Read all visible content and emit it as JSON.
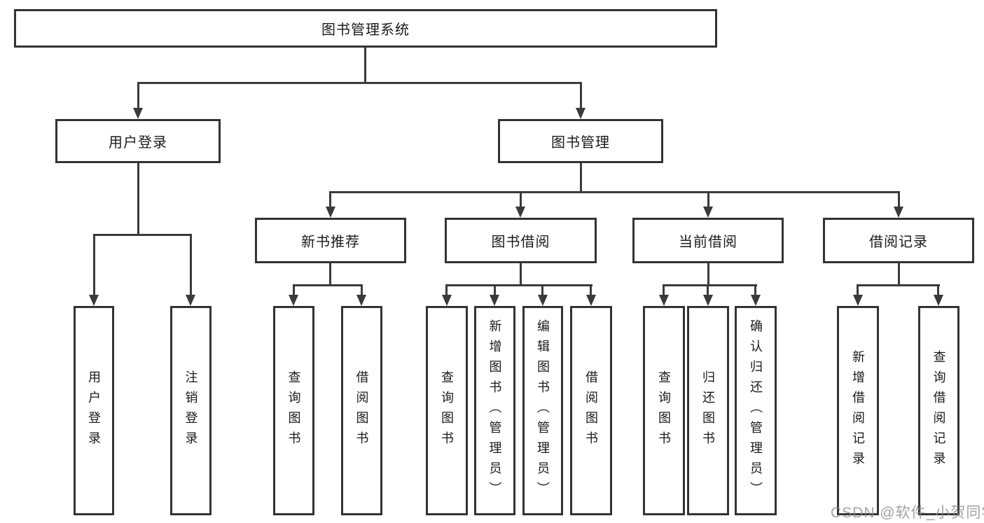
{
  "diagram": {
    "root": "图书管理系统",
    "level2": [
      "用户登录",
      "图书管理"
    ],
    "user_children": [
      "用户登录",
      "注销登录"
    ],
    "sections": [
      "新书推荐",
      "图书借阅",
      "当前借阅",
      "借阅记录"
    ],
    "newbook_children": [
      "查询图书",
      "借阅图书"
    ],
    "borrow_children": [
      "查询图书",
      "新增图书（管理员）",
      "编辑图书（管理员）",
      "借阅图书"
    ],
    "current_children": [
      "查询图书",
      "归还图书",
      "确认归还（管理员）"
    ],
    "record_children": [
      "新增借阅记录",
      "查询借阅记录"
    ]
  },
  "watermark": {
    "text": "CSDN @软件_小贺同学",
    "color": "#8c8c8c"
  },
  "colors": {
    "line": "#3a3a3a",
    "border": "#333333",
    "text": "#1a1a1a",
    "background": "#ffffff"
  }
}
